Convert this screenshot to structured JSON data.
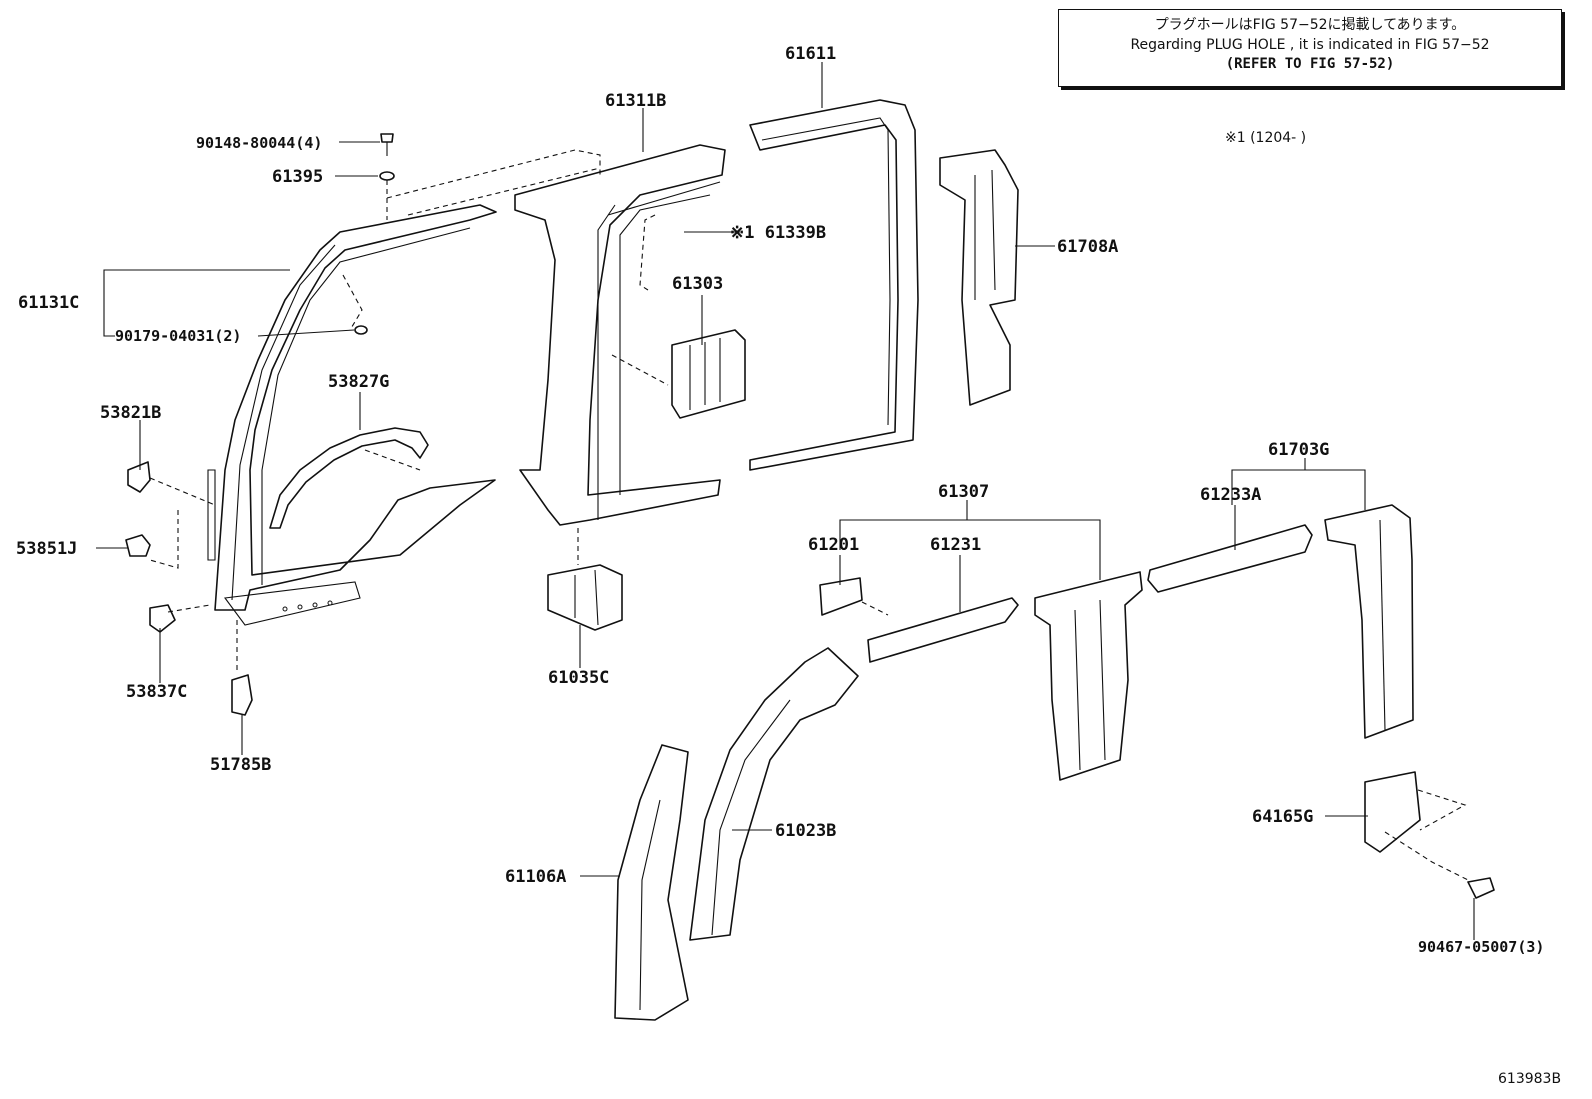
{
  "note": {
    "line1": "プラグホールはFIG 57−52に掲載してあります。",
    "line2": "Regarding  PLUG  HOLE , it is indicated in  FIG  57−52",
    "line3": "(REFER TO FIG 57-52)"
  },
  "note_reference": "※1 (1204-       )",
  "figure_id": "613983B",
  "parts": {
    "p90148": "90148-80044(4)",
    "p61395": "61395",
    "p61131C": "61131C",
    "p90179": "90179-04031(2)",
    "p53827G": "53827G",
    "p53821B": "53821B",
    "p53851J": "53851J",
    "p53837C": "53837C",
    "p51785B": "51785B",
    "p61311B": "61311B",
    "p61611": "61611",
    "p61339B": "※1 61339B",
    "p61303": "61303",
    "p61708A": "61708A",
    "p61035C": "61035C",
    "p61307": "61307",
    "p61201": "61201",
    "p61231": "61231",
    "p61703G": "61703G",
    "p61233A": "61233A",
    "p61023B": "61023B",
    "p61106A": "61106A",
    "p64165G": "64165G",
    "p90467": "90467-05007(3)"
  }
}
